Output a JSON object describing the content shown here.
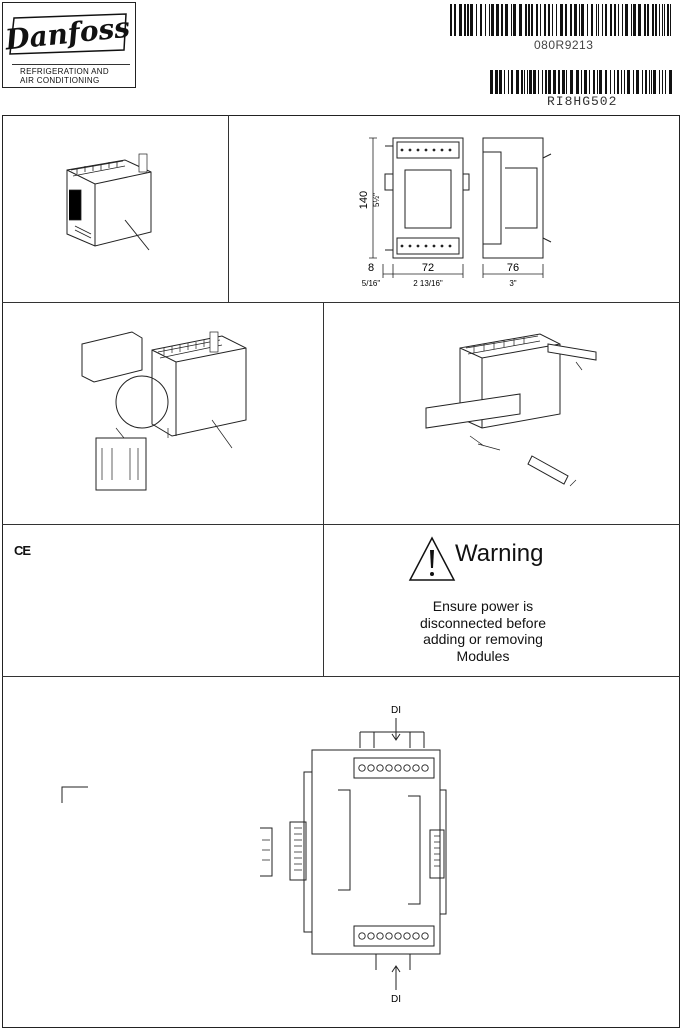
{
  "header": {
    "brand": "Danfoss",
    "tagline_line1": "REFRIGERATION AND",
    "tagline_line2": "AIR CONDITIONING",
    "product_code": "080R9213",
    "document_code": "RI8HG502"
  },
  "dimensions": {
    "height_mm": "140",
    "height_in": "5½\"",
    "rail_mm": "8",
    "rail_in": "5/16\"",
    "width_mm": "72",
    "width_in": "2 13/16\"",
    "depth_mm": "76",
    "depth_in": "3\""
  },
  "warning": {
    "title": "Warning",
    "line1": "Ensure power is",
    "line2": "disconnected before",
    "line3": "adding or removing",
    "line4": "Modules"
  },
  "ce_mark": "CE",
  "wiring": {
    "top_label": "DI",
    "bottom_label": "DI"
  },
  "colors": {
    "ink": "#111111",
    "line": "#333333",
    "background": "#ffffff"
  }
}
